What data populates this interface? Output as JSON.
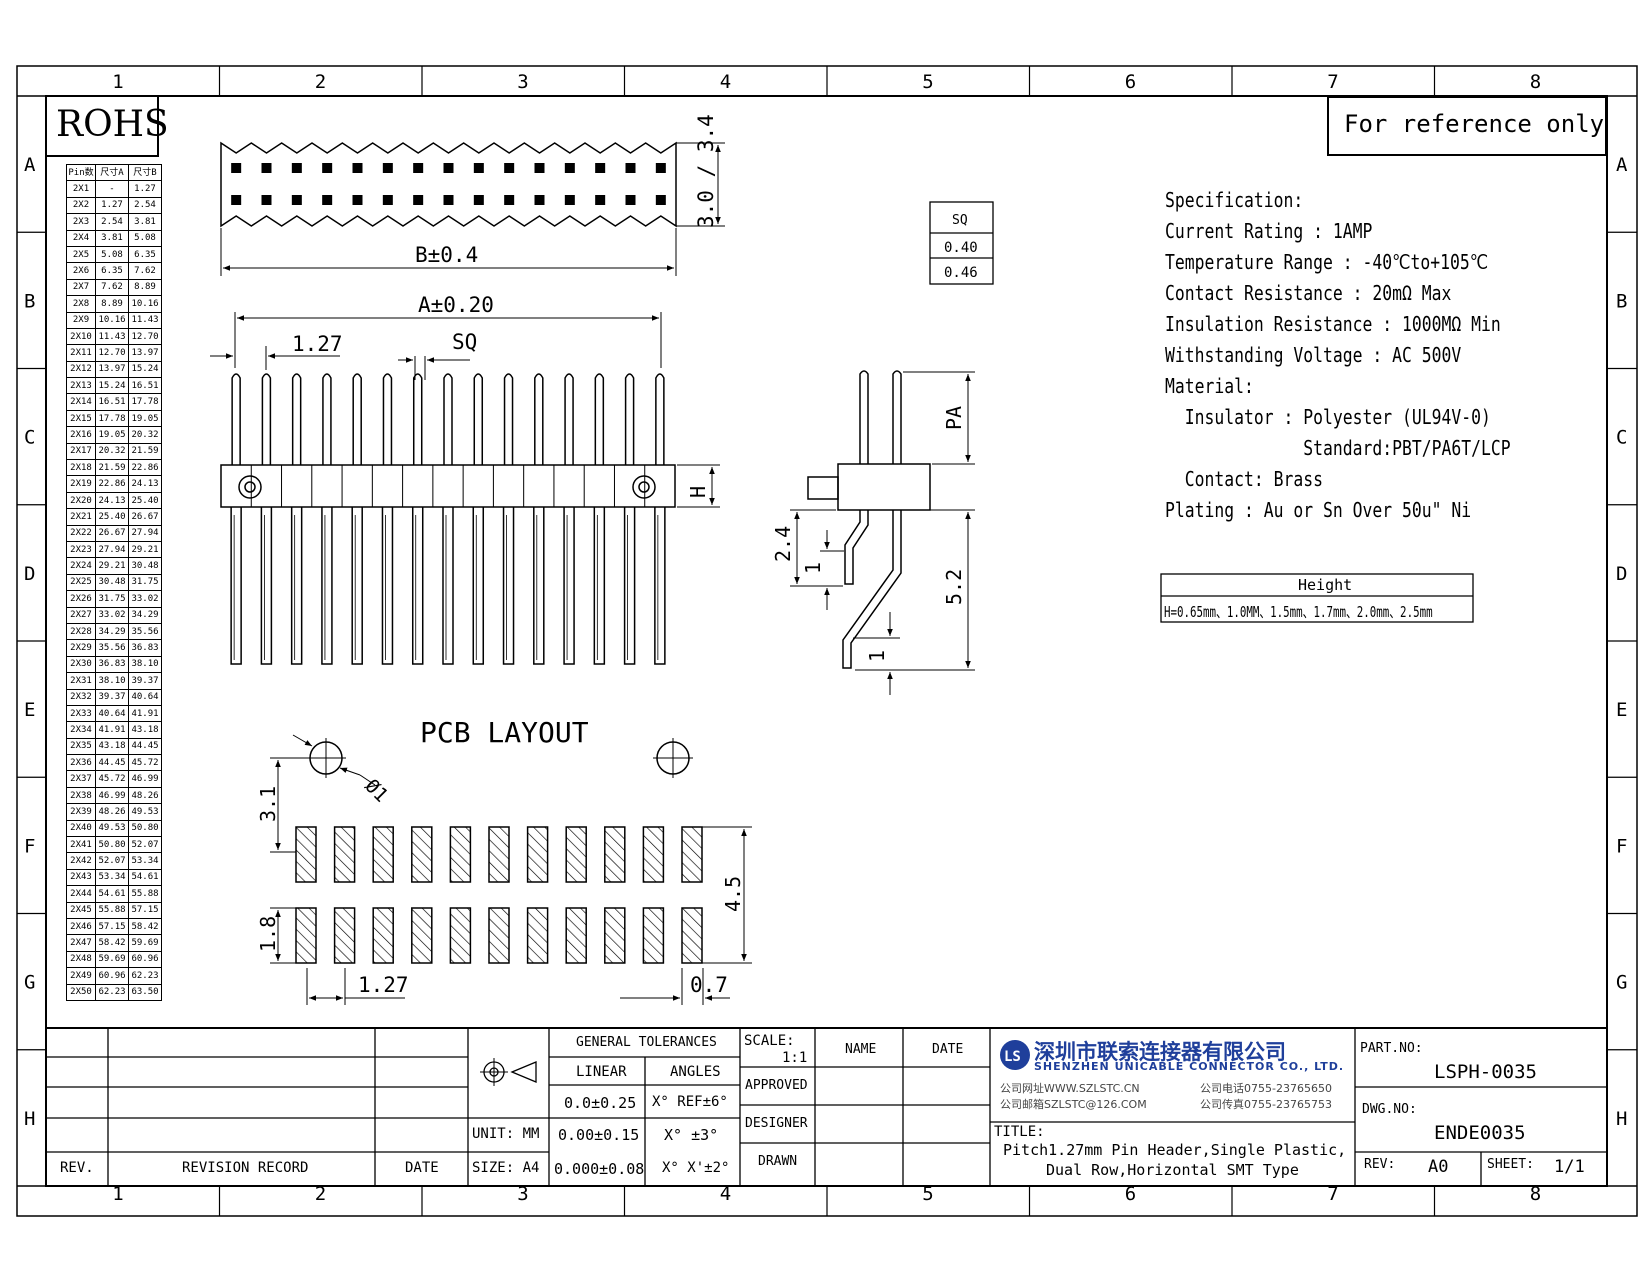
{
  "frame": {
    "columns": [
      "1",
      "2",
      "3",
      "4",
      "5",
      "6",
      "7",
      "8"
    ],
    "rows": [
      "A",
      "B",
      "C",
      "D",
      "E",
      "F",
      "G",
      "H"
    ]
  },
  "rohs": "ROHS",
  "reference_note": "For reference only",
  "pin_table": {
    "headers": [
      "Pin数",
      "尺寸A",
      "尺寸B"
    ],
    "rows": [
      [
        "2X1",
        "-",
        "1.27"
      ],
      [
        "2X2",
        "1.27",
        "2.54"
      ],
      [
        "2X3",
        "2.54",
        "3.81"
      ],
      [
        "2X4",
        "3.81",
        "5.08"
      ],
      [
        "2X5",
        "5.08",
        "6.35"
      ],
      [
        "2X6",
        "6.35",
        "7.62"
      ],
      [
        "2X7",
        "7.62",
        "8.89"
      ],
      [
        "2X8",
        "8.89",
        "10.16"
      ],
      [
        "2X9",
        "10.16",
        "11.43"
      ],
      [
        "2X10",
        "11.43",
        "12.70"
      ],
      [
        "2X11",
        "12.70",
        "13.97"
      ],
      [
        "2X12",
        "13.97",
        "15.24"
      ],
      [
        "2X13",
        "15.24",
        "16.51"
      ],
      [
        "2X14",
        "16.51",
        "17.78"
      ],
      [
        "2X15",
        "17.78",
        "19.05"
      ],
      [
        "2X16",
        "19.05",
        "20.32"
      ],
      [
        "2X17",
        "20.32",
        "21.59"
      ],
      [
        "2X18",
        "21.59",
        "22.86"
      ],
      [
        "2X19",
        "22.86",
        "24.13"
      ],
      [
        "2X20",
        "24.13",
        "25.40"
      ],
      [
        "2X21",
        "25.40",
        "26.67"
      ],
      [
        "2X22",
        "26.67",
        "27.94"
      ],
      [
        "2X23",
        "27.94",
        "29.21"
      ],
      [
        "2X24",
        "29.21",
        "30.48"
      ],
      [
        "2X25",
        "30.48",
        "31.75"
      ],
      [
        "2X26",
        "31.75",
        "33.02"
      ],
      [
        "2X27",
        "33.02",
        "34.29"
      ],
      [
        "2X28",
        "34.29",
        "35.56"
      ],
      [
        "2X29",
        "35.56",
        "36.83"
      ],
      [
        "2X30",
        "36.83",
        "38.10"
      ],
      [
        "2X31",
        "38.10",
        "39.37"
      ],
      [
        "2X32",
        "39.37",
        "40.64"
      ],
      [
        "2X33",
        "40.64",
        "41.91"
      ],
      [
        "2X34",
        "41.91",
        "43.18"
      ],
      [
        "2X35",
        "43.18",
        "44.45"
      ],
      [
        "2X36",
        "44.45",
        "45.72"
      ],
      [
        "2X37",
        "45.72",
        "46.99"
      ],
      [
        "2X38",
        "46.99",
        "48.26"
      ],
      [
        "2X39",
        "48.26",
        "49.53"
      ],
      [
        "2X40",
        "49.53",
        "50.80"
      ],
      [
        "2X41",
        "50.80",
        "52.07"
      ],
      [
        "2X42",
        "52.07",
        "53.34"
      ],
      [
        "2X43",
        "53.34",
        "54.61"
      ],
      [
        "2X44",
        "54.61",
        "55.88"
      ],
      [
        "2X45",
        "55.88",
        "57.15"
      ],
      [
        "2X46",
        "57.15",
        "58.42"
      ],
      [
        "2X47",
        "58.42",
        "59.69"
      ],
      [
        "2X48",
        "59.69",
        "60.96"
      ],
      [
        "2X49",
        "60.96",
        "62.23"
      ],
      [
        "2X50",
        "62.23",
        "63.50"
      ]
    ]
  },
  "dimensions": {
    "top_height": "3.0 / 3.4",
    "b": "B±0.4",
    "a": "A±0.20",
    "pitch": "1.27",
    "sq": "SQ",
    "h": "H",
    "pa": "PA",
    "d24": "2.4",
    "d1a": "1",
    "d52": "5.2",
    "d1b": "1",
    "pcb_hole": "Ø1",
    "pcb_31": "3.1",
    "pcb_45": "4.5",
    "pcb_18": "1.8",
    "pcb_pitch": "1.27",
    "pcb_07": "0.7"
  },
  "sq_table": {
    "header": "SQ",
    "values": [
      "0.40",
      "0.46"
    ]
  },
  "pcb_title": "PCB LAYOUT",
  "spec": {
    "lines": [
      "Specification:",
      "Current Rating : 1AMP",
      "Temperature Range : -40℃to+105℃",
      "Contact Resistance : 20mΩ Max",
      "Insulation Resistance : 1000MΩ Min",
      "Withstanding Voltage : AC 500V",
      "Material:",
      "  Insulator : Polyester (UL94V-0)",
      "              Standard:PBT/PA6T/LCP",
      "  Contact: Brass",
      "Plating : Au or Sn Over 50u\" Ni"
    ]
  },
  "height_table": {
    "header": "Height",
    "value": "H=0.65mm、1.0MM、1.5mm、1.7mm、2.0mm、2.5mm"
  },
  "title_block": {
    "rev_label": "REV.",
    "revision_record": "REVISION RECORD",
    "date_label": "DATE",
    "unit": "UNIT: MM",
    "size": "SIZE: A4",
    "general_tolerances": "GENERAL TOLERANCES",
    "linear": "LINEAR",
    "angles": "ANGLES",
    "lin1": "0.0±0.25",
    "lin2": "0.00±0.15",
    "lin3": "0.000±0.08",
    "ang1": "X° REF±6°",
    "ang2": "X° ±3°",
    "ang3": "X° X'±2°",
    "scale_label": "SCALE:",
    "scale_value": "1:1",
    "approved": "APPROVED",
    "designer": "DESIGNER",
    "drawn": "DRAWN",
    "name": "NAME",
    "date": "DATE",
    "company_logo": "LS",
    "company_cn": "深圳市联索连接器有限公司",
    "company_en": "SHENZHEN UNICABLE CONNECTOR CO., LTD.",
    "web": "公司网址WWW.SZLSTC.CN",
    "email": "公司邮箱SZLSTC@126.COM",
    "tel": "公司电话0755-23765650",
    "fax": "公司传真0755-23765753",
    "title_label": "TITLE:",
    "title_line1": "Pitch1.27mm Pin Header,Single Plastic,",
    "title_line2": "Dual Row,Horizontal SMT Type",
    "part_no_label": "PART.NO:",
    "part_no": "LSPH-0035",
    "dwg_no_label": "DWG.NO:",
    "dwg_no": "ENDE0035",
    "rev2_label": "REV:",
    "rev_value": "A0",
    "sheet_label": "SHEET:",
    "sheet_value": "1/1"
  }
}
